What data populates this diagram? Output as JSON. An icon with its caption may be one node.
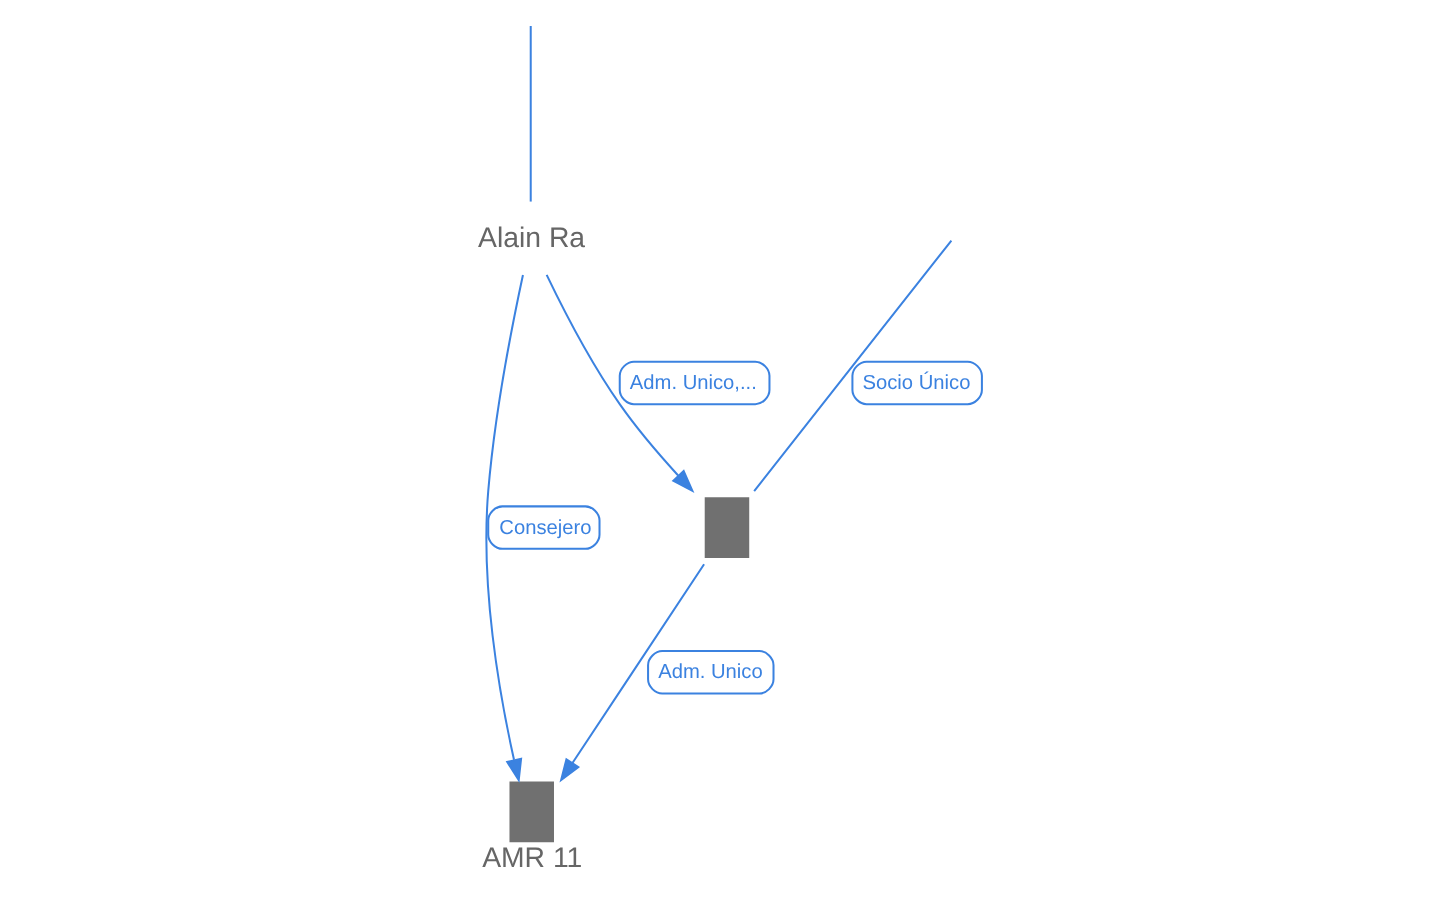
{
  "diagram": {
    "nodes": [
      {
        "text": [],
        "shape": "building"
      },
      {
        "text": [
          "AMR 11"
        ]
      },
      {
        "text": [
          "Alain Ra"
        ]
      }
    ],
    "edges": [
      {
        "from": null,
        "to": 0,
        "arrow": "none",
        "label": "Socio Único"
      },
      {
        "from": 0,
        "to": 1,
        "arrow": "to",
        "label": "Adm. Unico"
      },
      {
        "from": 2,
        "to": 0,
        "arrow": "to",
        "label": "Adm. Unico,..."
      },
      {
        "from": null,
        "to": 2,
        "arrow": "none"
      },
      {
        "from": 2,
        "to": 1,
        "arrow": "to",
        "label": "Consejero"
      }
    ]
  }
}
